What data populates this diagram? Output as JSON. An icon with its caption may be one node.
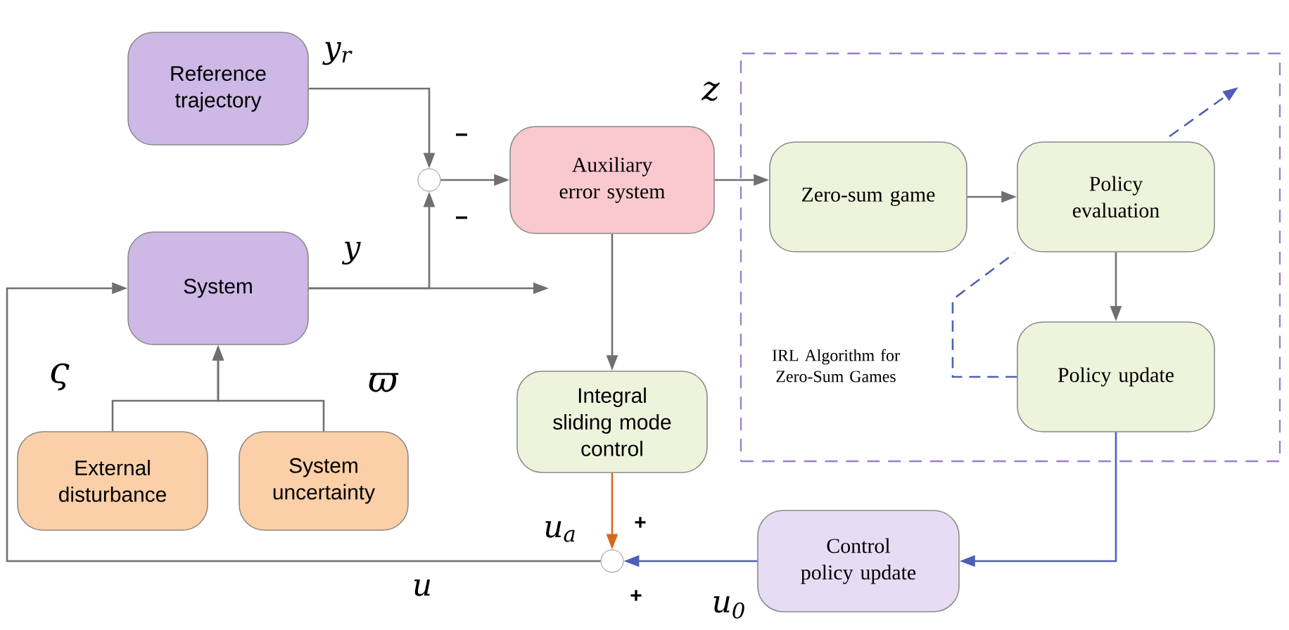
{
  "diagram": {
    "nodes": [
      {
        "text": [
          "Reference trajectory"
        ]
      },
      {
        "text": [
          "System"
        ]
      },
      {
        "text": [
          "External disturbance"
        ]
      },
      {
        "text": [
          "System uncertainty"
        ]
      },
      {
        "text": [
          "Auxiliary error system"
        ]
      },
      {
        "text": [
          "IRL Algorithm for Zero-Sum Games"
        ]
      },
      {
        "text": [
          "Zero-sum game"
        ],
        "in": 5
      },
      {
        "text": [
          "Policy evaluation"
        ],
        "in": 5
      },
      {
        "text": [
          "Policy update"
        ],
        "in": 5
      },
      {
        "text": [
          "Integral sliding mode control"
        ]
      },
      {
        "text": [
          "Control policy update"
        ]
      },
      {
        "text": [],
        "shape": "circle"
      },
      {
        "text": [],
        "shape": "circle"
      }
    ],
    "edges": [
      {
        "from": 0,
        "to": 11,
        "arrow": "to",
        "label": "y$_{r}$"
      },
      {
        "from": 1,
        "to": 11,
        "arrow": "to"
      },
      {
        "from": 1,
        "to": null,
        "arrow": "to",
        "label": "y"
      },
      {
        "from": 11,
        "to": 4,
        "arrow": "to"
      },
      {
        "from": 4,
        "to": 6,
        "arrow": "to"
      },
      {
        "from": 6,
        "to": 7,
        "arrow": "to"
      },
      {
        "from": 7,
        "to": 8,
        "arrow": "to"
      },
      {
        "from": 4,
        "to": 9,
        "arrow": "to"
      },
      {
        "from": 9,
        "to": 12,
        "arrow": "to",
        "label": "u$_{a}$",
        "color": "#d2691e"
      },
      {
        "from": 8,
        "to": 10,
        "arrow": "to",
        "color": "#4f5fb5"
      },
      {
        "from": 10,
        "to": 12,
        "arrow": "to",
        "label": "u$_{0}$",
        "color": "#4f5fb5"
      },
      {
        "from": 12,
        "to": 1,
        "arrow": "to",
        "label": "u"
      },
      {
        "from": 2,
        "to": 1,
        "arrow": "to"
      },
      {
        "from": 3,
        "to": 1,
        "arrow": "to"
      },
      {
        "from": 8,
        "to": null,
        "arrow": "to",
        "style": "dashed",
        "color": "#4f5fb5"
      }
    ],
    "labels": [
      "−",
      "z",
      "−",
      "ς",
      "ϖ",
      "+",
      "+"
    ]
  }
}
